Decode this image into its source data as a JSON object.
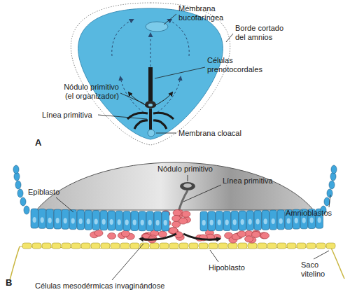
{
  "diagram": {
    "labels": [
      "Membrana bucofaríngea",
      "Borde cortado del amnios",
      "Células prenotocordales",
      "Nódulo primitivo (el organizador)",
      "Línea primitiva",
      "Membrana cloacal",
      "A",
      "Nódulo primitivo",
      "Línea primitiva",
      "Epiblasto",
      "Amnioblastos",
      "Saco vitelino",
      "Células mesodérmicas invaginándose",
      "Hipoblasto",
      "B"
    ]
  }
}
